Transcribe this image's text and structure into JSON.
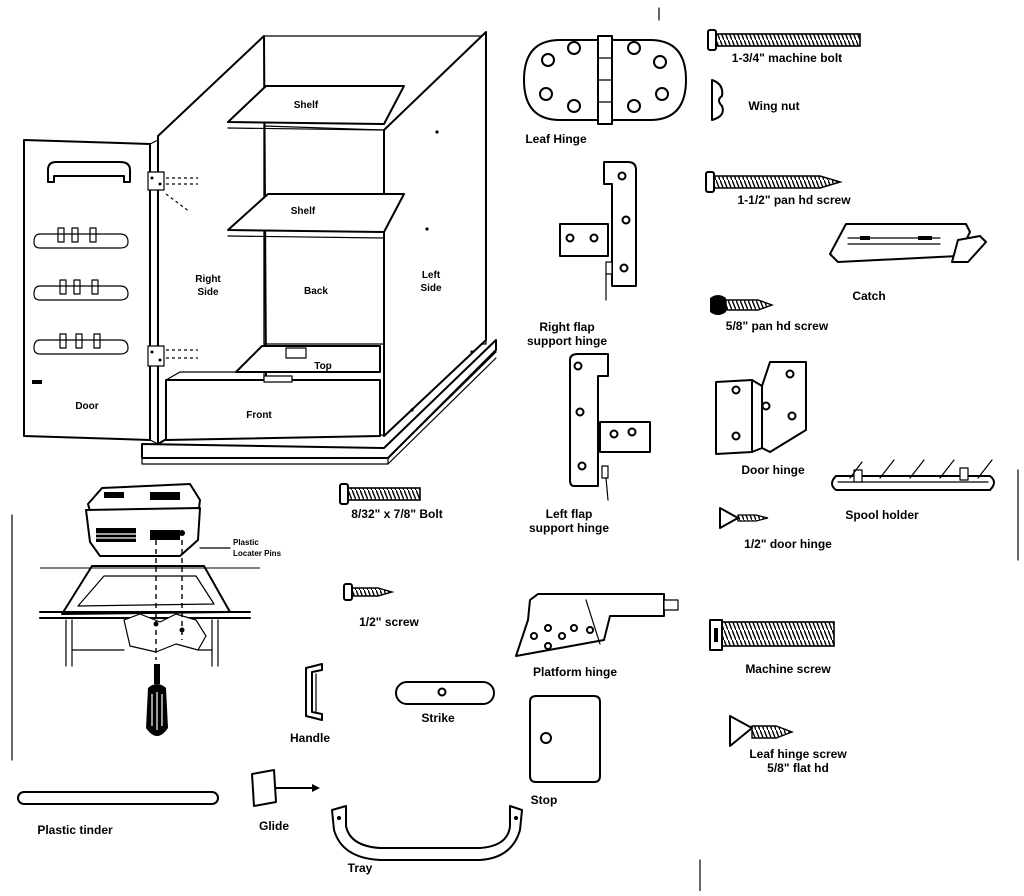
{
  "cabinet_labels": {
    "shelf_top": "Shelf",
    "shelf_mid": "Shelf",
    "right_side": [
      "Right",
      "Side"
    ],
    "back": "Back",
    "left_side": [
      "Left",
      "Side"
    ],
    "top": "Top",
    "front": "Front",
    "door": "Door"
  },
  "machine_labels": {
    "pins": [
      "Plastic",
      "Locater Pins"
    ]
  },
  "parts": {
    "leaf_hinge": "Leaf Hinge",
    "right_flap_hinge": [
      "Right flap",
      "support hinge"
    ],
    "left_flap_hinge": [
      "Left flap",
      "support hinge"
    ],
    "platform_hinge": "Platform hinge",
    "stop": "Stop",
    "bolt_832": "8/32\" x 7/8\" Bolt",
    "screw_half": "1/2\" screw",
    "handle": "Handle",
    "strike": "Strike",
    "plastic_tinder": "Plastic tinder",
    "glide": "Glide",
    "tray": "Tray",
    "machine_bolt": "1-3/4\" machine bolt",
    "wing_nut": "Wing nut",
    "pan_hd_screw_long": "1-1/2\" pan hd screw",
    "catch": "Catch",
    "pan_hd_screw_short": "5/8\" pan hd screw",
    "door_hinge": "Door hinge",
    "spool_holder": "Spool holder",
    "door_hinge_half": "1/2\" door hinge",
    "machine_screw": "Machine screw",
    "leaf_hinge_screw": [
      "Leaf hinge screw",
      "5/8\" flat hd"
    ]
  }
}
